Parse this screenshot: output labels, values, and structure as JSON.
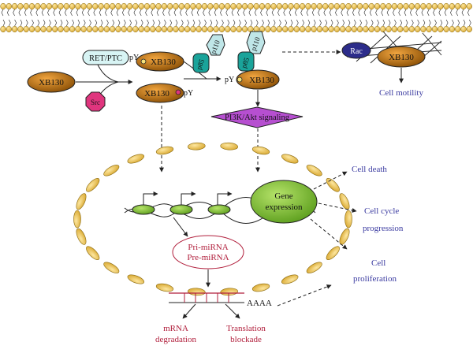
{
  "labels": {
    "ret_ptc": "RET/PTC",
    "src": "Src",
    "py_top": "pY",
    "py_mid": "pY",
    "py_right": "pY",
    "xb130_left": "XB130",
    "xb130_top": "XB130",
    "xb130_mid": "XB130",
    "xb130_p85": "XB130",
    "xb130_rac": "XB130",
    "p110_a": "p110",
    "p85_a": "p85",
    "p110_b": "p110",
    "p85_b": "p85",
    "rac": "Rac",
    "cell_motility": "Cell motility",
    "pi3k_akt": "PI3K/Akt signaling",
    "gene_line1": "Gene",
    "gene_line2": "expression",
    "cell_death": "Cell death",
    "cell_cycle_line1": "Cell cycle",
    "cell_cycle_line2": "progression",
    "cell_prolif_line1": "Cell",
    "cell_prolif_line2": "proliferation",
    "pri_mirna": "Pri-miRNA",
    "pre_mirna": "Pre-miRNA",
    "aaaa": "AAAA",
    "mrna_line1": "mRNA",
    "mrna_line2": "degradation",
    "translation_line1": "Translation",
    "translation_line2": "blockade"
  },
  "colors": {
    "membrane_lipid": "#f0c75a",
    "xb130": "#c7760e",
    "p85": "#1aa39a",
    "p110": "#bfe6e8",
    "src": "#e0357e",
    "rac": "#2c2c8a",
    "pi3k": "#b64fd0",
    "gene_green": "#8bc63f",
    "outcome_text": "#3a3aa0",
    "mirna_red": "#b11f3c"
  }
}
